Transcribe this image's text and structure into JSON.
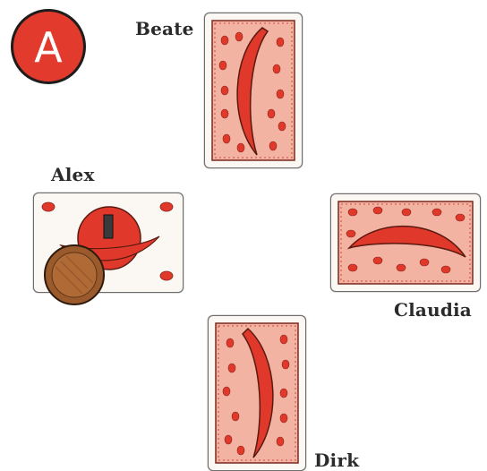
{
  "badge": {
    "letter": "A",
    "color": "#e23a2c"
  },
  "players": {
    "beate": {
      "name": "Beate"
    },
    "alex": {
      "name": "Alex"
    },
    "claudia": {
      "name": "Claudia"
    },
    "dirk": {
      "name": "Dirk"
    }
  },
  "cards": {
    "beate": {
      "face": "back",
      "orientation": "vertical"
    },
    "alex": {
      "face": "front",
      "orientation": "horizontal",
      "suit": "red-bean",
      "marker": "brown-chip"
    },
    "claudia": {
      "face": "back",
      "orientation": "horizontal"
    },
    "dirk": {
      "face": "back",
      "orientation": "vertical"
    }
  },
  "colors": {
    "card_red": "#e0382a",
    "card_pink": "#f3b3a3",
    "chip_brown": "#9a5a2c",
    "outline": "#1d1d1d"
  }
}
